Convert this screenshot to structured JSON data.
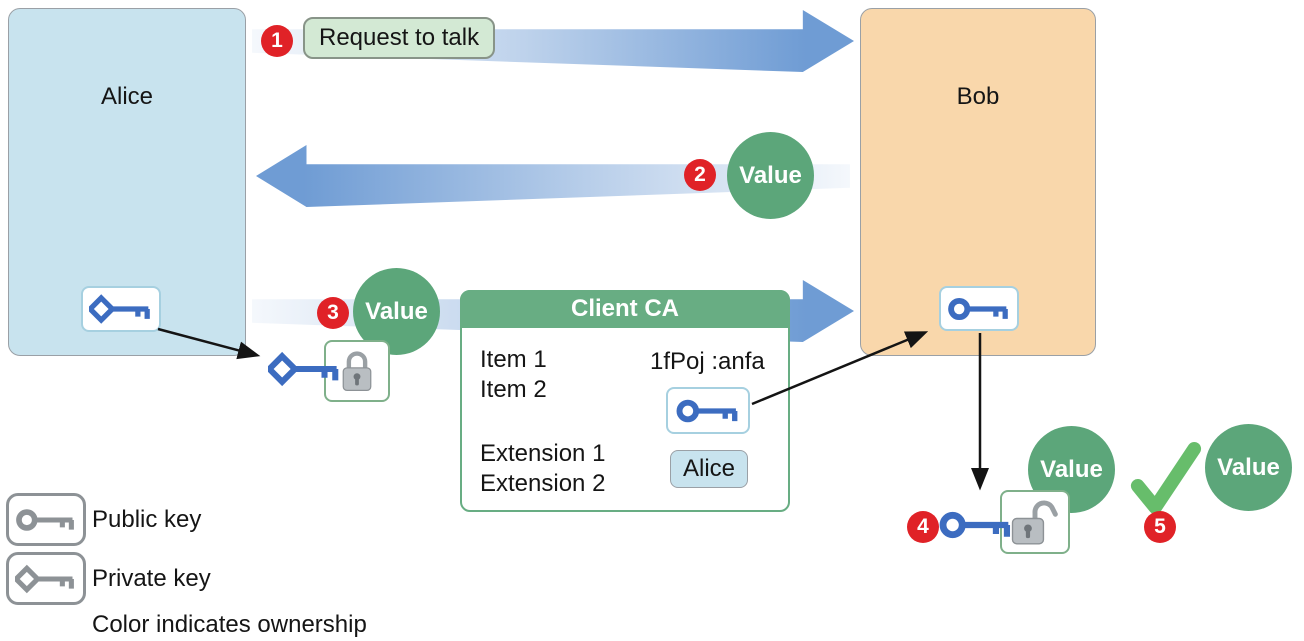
{
  "actors": {
    "alice": "Alice",
    "bob": "Bob"
  },
  "step1": {
    "badge": "1",
    "label": "Request to talk"
  },
  "step2": {
    "badge": "2",
    "value": "Value"
  },
  "step3": {
    "badge": "3",
    "value": "Value"
  },
  "step4": {
    "badge": "4",
    "value": "Value"
  },
  "step5": {
    "badge": "5",
    "value": "Value"
  },
  "certificate": {
    "title": "Client CA",
    "items": [
      "Item 1",
      "Item 2"
    ],
    "signature": "1fPoj :anfa",
    "extensions": [
      "Extension 1",
      "Extension 2"
    ],
    "owner": "Alice"
  },
  "legend": {
    "public_key": "Public key",
    "private_key": "Private key",
    "note": "Color indicates ownership"
  },
  "icons": {
    "public_key": "circle-key",
    "private_key": "diamond-key",
    "encrypted": "closed-padlock",
    "decrypted": "open-padlock",
    "verified": "checkmark"
  },
  "colors": {
    "alice_fill": "#c8e3ee",
    "bob_fill": "#f9d7ab",
    "arrow_blue": "#6f9cd4",
    "badge_red": "#e02227",
    "value_green": "#5ca67a",
    "cert_green": "#68ad83",
    "key_blue": "#3c6cc0",
    "check_green": "#67bd6b"
  }
}
